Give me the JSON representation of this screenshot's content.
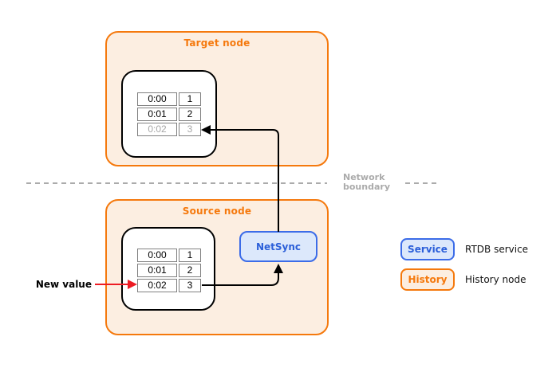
{
  "colors": {
    "orange": "#F5790D",
    "orange-fill": "#FCEEE1",
    "blue-border": "#3C6CE8",
    "blue-fill": "#DCE8FB",
    "blue-text": "#2B5FD9",
    "muted-gray": "#A6A6A6",
    "boundary-gray": "#ABABAB",
    "table-border": "#808080",
    "arrow-red": "#ED1C24",
    "line-black": "#000000"
  },
  "target_node": {
    "title": "Target node",
    "table": {
      "rows": [
        {
          "time": "0:00",
          "value": "1",
          "muted": false
        },
        {
          "time": "0:01",
          "value": "2",
          "muted": false
        },
        {
          "time": "0:02",
          "value": "3",
          "muted": true
        }
      ]
    }
  },
  "source_node": {
    "title": "Source node",
    "table": {
      "rows": [
        {
          "time": "0:00",
          "value": "1",
          "muted": false
        },
        {
          "time": "0:01",
          "value": "2",
          "muted": false
        },
        {
          "time": "0:02",
          "value": "3",
          "muted": false
        }
      ]
    }
  },
  "netsync": {
    "label": "NetSync"
  },
  "boundary": {
    "line1": "Network",
    "line2": "boundary"
  },
  "annotations": {
    "new_value": "New value"
  },
  "legend": {
    "items": [
      {
        "box_label": "Service",
        "description": "RTDB service"
      },
      {
        "box_label": "History",
        "description": "History node"
      }
    ]
  }
}
